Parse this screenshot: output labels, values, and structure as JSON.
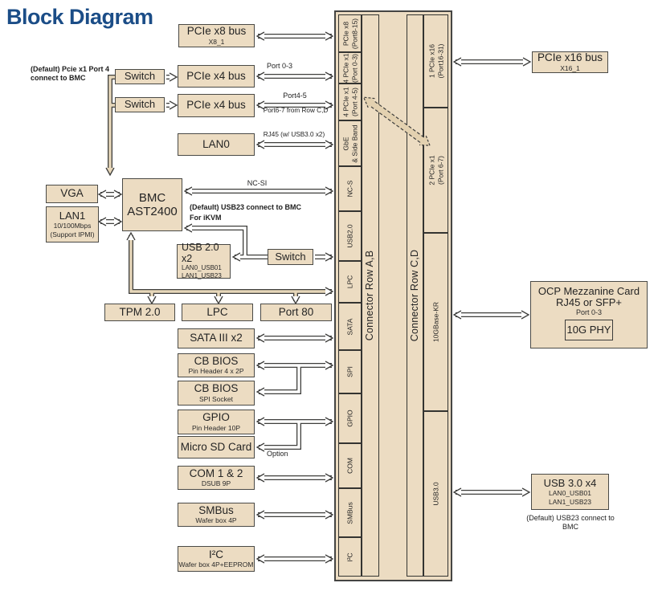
{
  "title": "Block Diagram",
  "colors": {
    "box_fill": "#ecdcc2",
    "box_border": "#4a4a46",
    "title_navy": "#1b4d87",
    "wire": "#3e3e3c",
    "dashed_band_fill": "#e3d1b0"
  },
  "boxes": {
    "pcie_x8_bus": {
      "label": "PCIe x8 bus",
      "sub": "X8_1"
    },
    "switch1": {
      "label": "Switch"
    },
    "switch2": {
      "label": "Switch"
    },
    "pcie_x4_bus_1": {
      "label": "PCIe x4 bus"
    },
    "pcie_x4_bus_2": {
      "label": "PCIe x4 bus"
    },
    "lan0": {
      "label": "LAN0"
    },
    "vga": {
      "label": "VGA"
    },
    "lan1": {
      "label": "LAN1",
      "sub1": "10/100Mbps",
      "sub2": "(Support IPMI)"
    },
    "bmc": {
      "line1": "BMC",
      "line2": "AST2400"
    },
    "usb2_x2": {
      "label": "USB 2.0 x2",
      "sub1": "LAN0_USB01",
      "sub2": "LAN1_USB23"
    },
    "switch3": {
      "label": "Switch"
    },
    "tpm": {
      "label": "TPM 2.0"
    },
    "lpc": {
      "label": "LPC"
    },
    "port80": {
      "label": "Port 80"
    },
    "sata": {
      "label": "SATA III x2"
    },
    "cb_bios_header": {
      "label": "CB BIOS",
      "sub": "Pin Header 4 x 2P"
    },
    "cb_bios_socket": {
      "label": "CB BIOS",
      "sub": "SPI Socket"
    },
    "gpio": {
      "label": "GPIO",
      "sub": "Pin Header 10P"
    },
    "micro_sd": {
      "label": "Micro SD Card"
    },
    "com": {
      "label": "COM 1 & 2",
      "sub": "DSUB 9P"
    },
    "smbus": {
      "label": "SMBus",
      "sub": "Wafer box 4P"
    },
    "i2c": {
      "label": "I²C",
      "sub": "Wafer box 4P+EEPROM"
    },
    "pcie_x16_bus": {
      "label": "PCIe x16 bus",
      "sub": "X16_1"
    },
    "ocp": {
      "line1": "OCP Mezzanine Card",
      "line2": "RJ45 or SFP+",
      "sub": "Port 0-3",
      "inner": "10G PHY"
    },
    "usb3_x4": {
      "label": "USB 3.0 x4",
      "sub1": "LAN0_USB01",
      "sub2": "LAN1_USB23"
    }
  },
  "connector": {
    "row_ab_label": "Connector Row A,B",
    "row_cd_label": "Connector Row C,D",
    "ab_segments": [
      {
        "l1": "PCIe x8",
        "l2": "(Port8-15)"
      },
      {
        "l1": "4 PCIe x1",
        "l2": "(Port 0-3)"
      },
      {
        "l1": "4 PCIe x1",
        "l2": "(Port 4-5)"
      },
      {
        "l1": "GbE",
        "l2": "& Side Band"
      },
      {
        "l1": "NC-S"
      },
      {
        "l1": "USB2.0"
      },
      {
        "l1": "LPC"
      },
      {
        "l1": "SATA"
      },
      {
        "l1": "SPI"
      },
      {
        "l1": "GPIO"
      },
      {
        "l1": "COM"
      },
      {
        "l1": "SMBus"
      },
      {
        "l1": "I²C"
      }
    ],
    "cd_segments": [
      {
        "l1": "1 PCIe x16",
        "l2": "(Port16-31)"
      },
      {
        "l1": "2 PCIe x1",
        "l2": "(Port 6-7)"
      },
      {
        "l1": "10GBase-KR"
      },
      {
        "l1": "USB3.0"
      }
    ]
  },
  "annotations": {
    "default_pcie_l1": "(Default) Pcie x1 Port 4",
    "default_pcie_l2": "connect to BMC",
    "port_0_3": "Port 0-3",
    "port_4_5": "Port4-5",
    "port_6_7": "Port6-7 from Row C,D",
    "rj45": "RJ45 (w/ USB3.0 x2)",
    "nc_si": "NC-SI",
    "default_usb23": "(Default) USB23 connect to BMC",
    "for_ikvm": "For iKVM",
    "option": "Option",
    "default_usb23_right": "(Default) USB23 connect to BMC"
  }
}
